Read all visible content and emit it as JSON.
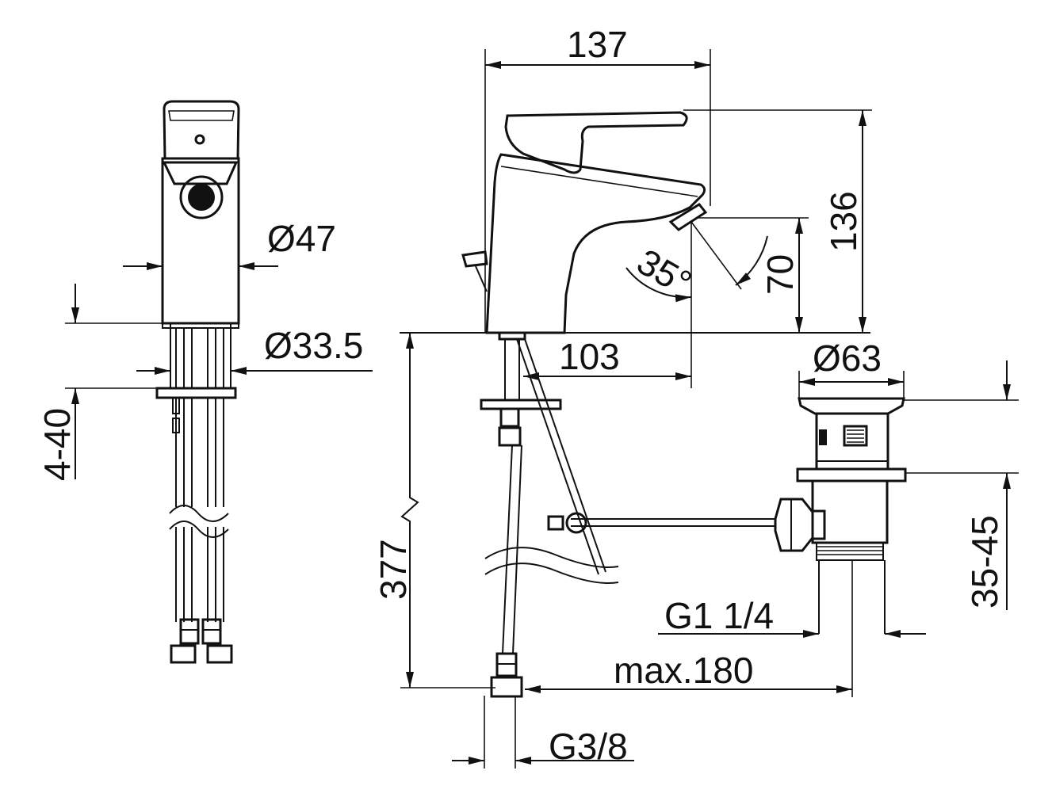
{
  "drawing": {
    "front_view": {
      "dims": {
        "body_diameter": "Ø47",
        "shank_diameter": "Ø33.5",
        "deck_thickness": "4-40"
      }
    },
    "side_view": {
      "dims": {
        "overall_length": "137",
        "overall_height": "136",
        "spout_height": "70",
        "spout_reach": "103",
        "spray_angle": "35°",
        "hose_length": "377",
        "hose_thread": "G3/8"
      }
    },
    "waste_valve": {
      "dims": {
        "flange_diameter": "Ø63",
        "basin_thickness": "35-45",
        "tail_thread": "G1 1/4",
        "max_distance": "max.180"
      }
    }
  }
}
